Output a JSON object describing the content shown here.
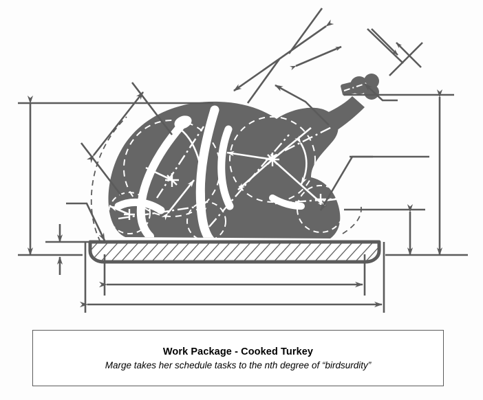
{
  "figure": {
    "subject": "Cooked Turkey",
    "style": "engineering dimension drawing",
    "background_color": "#fdfdfd",
    "body_fill_color": "#666666",
    "dimension_line_color": "#5b5b5b",
    "inner_dimension_color": "#ffffff",
    "platter_hatch_color": "#5b5b5b"
  },
  "caption": {
    "title": "Work Package - Cooked Turkey",
    "subtitle": "Marge takes her schedule tasks to the nth degree of “birdsurdity”"
  },
  "chart_data": {
    "type": "diagram",
    "title": "Work Package - Cooked Turkey",
    "elements": [
      "turkey-silhouette",
      "drumstick",
      "wing",
      "platter",
      "dimension-lines",
      "construction-circles",
      "center-marks",
      "leader-lines"
    ]
  }
}
